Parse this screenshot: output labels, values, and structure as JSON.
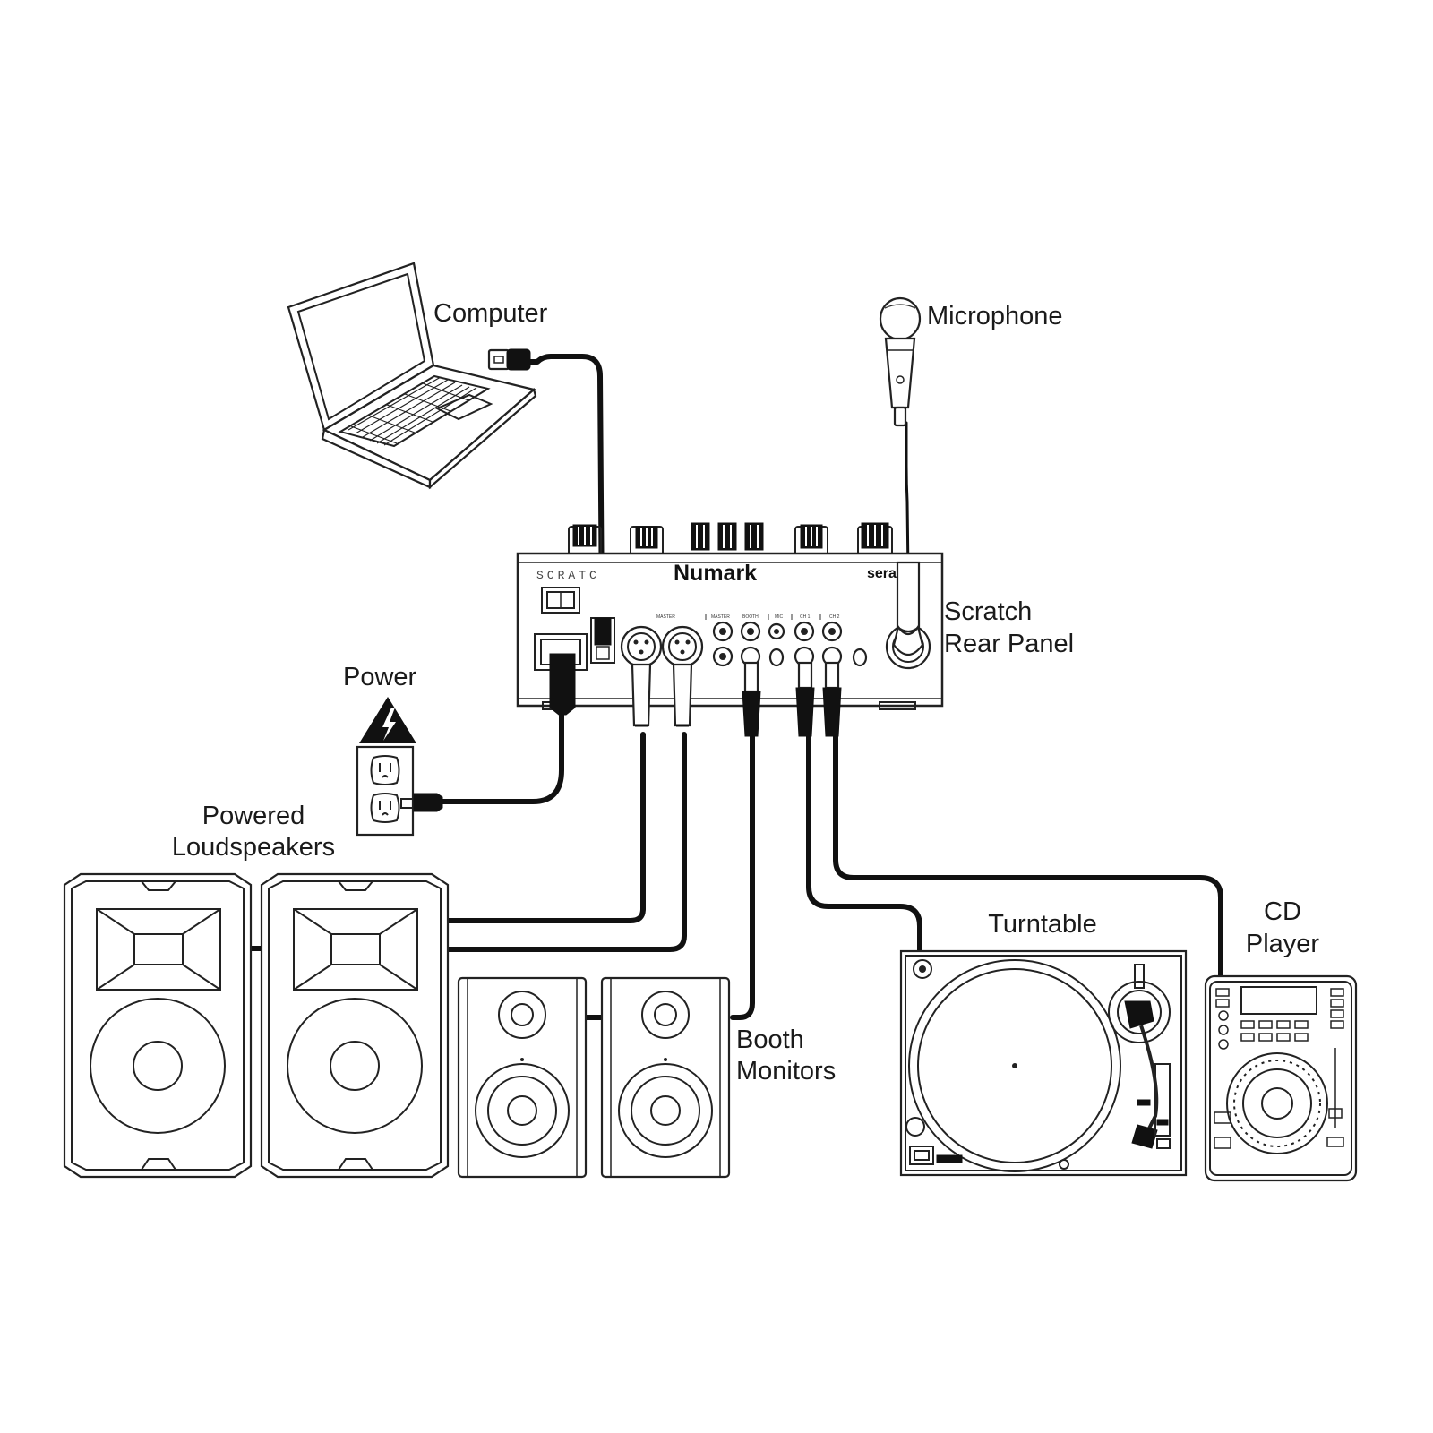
{
  "labels": {
    "computer": "Computer",
    "microphone": "Microphone",
    "mixer_line1": "Scratch",
    "mixer_line2": "Rear Panel",
    "power": "Power",
    "loudspeakers_line1": "Powered",
    "loudspeakers_line2": "Loudspeakers",
    "booth_line1": "Booth",
    "booth_line2": "Monitors",
    "turntable": "Turntable",
    "cd_line1": "CD",
    "cd_line2": "Player"
  },
  "mixer": {
    "brand": "Numark",
    "partner_brand": "serato",
    "etched_name": "SCRATC"
  },
  "colors": {
    "line": "#222222",
    "cable": "#111111",
    "background": "#ffffff"
  }
}
